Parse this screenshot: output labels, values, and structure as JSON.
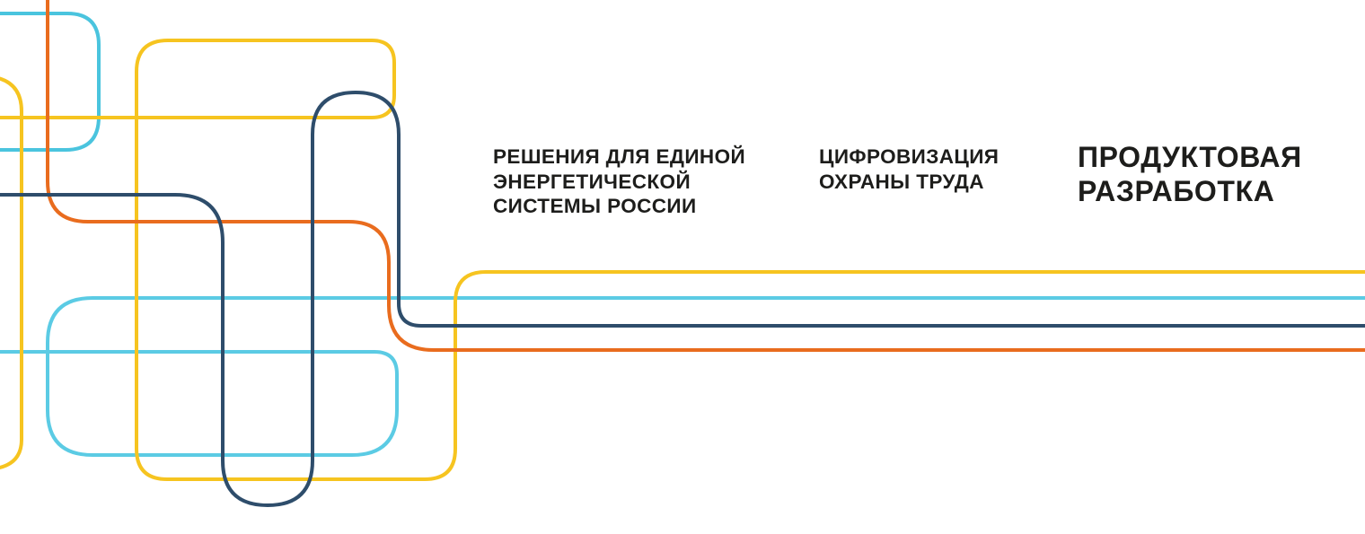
{
  "page": {
    "background": "#ffffff",
    "text_color": "#1d1d1b"
  },
  "artwork": {
    "description": "decorative rounded line pattern (metro/circuit style), four lines exiting right edge",
    "stroke_width": 4,
    "colors": {
      "yellow": "#F6C420",
      "orange": "#E96C1E",
      "navy": "#2E4D6B",
      "cyan": "#4AC4DE",
      "cyan_light": "#5BCBE4"
    }
  },
  "headings": [
    {
      "id": "energy",
      "lines": [
        "РЕШЕНИЯ ДЛЯ ЕДИНОЙ",
        "ЭНЕРГЕТИЧЕСКОЙ",
        "СИСТЕМЫ РОССИИ"
      ]
    },
    {
      "id": "labor",
      "lines": [
        "ЦИФРОВИЗАЦИЯ",
        "ОХРАНЫ ТРУДА"
      ]
    },
    {
      "id": "product",
      "lines": [
        "ПРОДУКТОВАЯ",
        "РАЗРАБОТКА"
      ]
    }
  ]
}
